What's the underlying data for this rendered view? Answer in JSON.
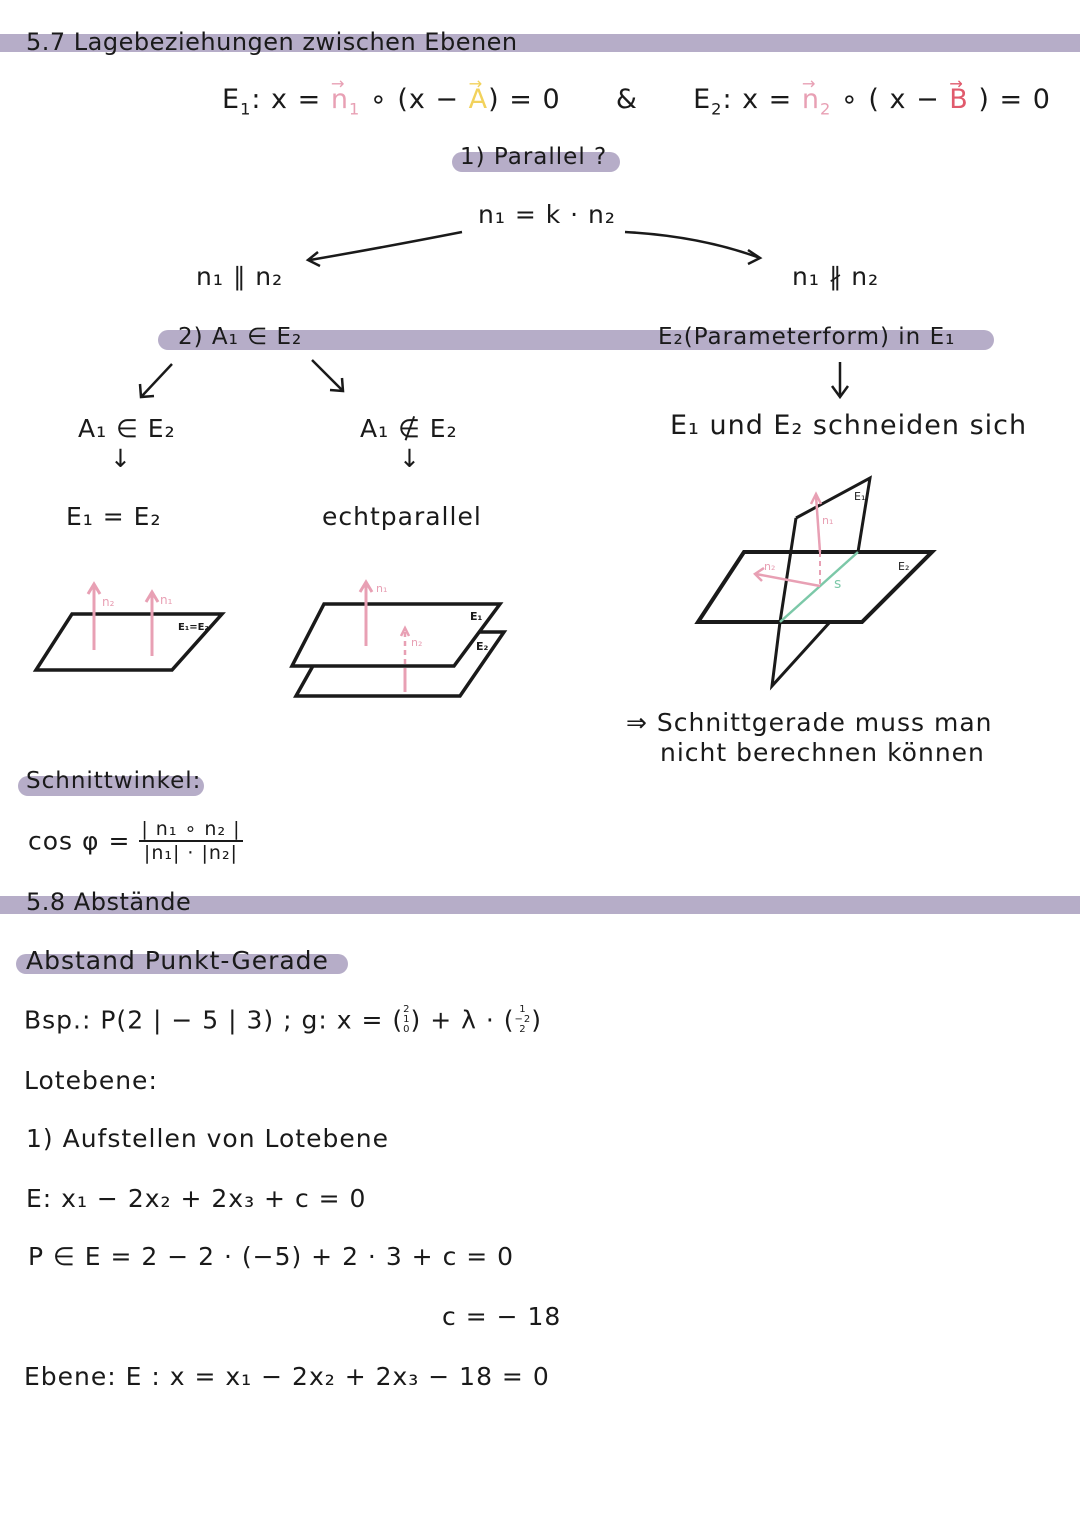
{
  "section_57": {
    "title": "5.7 Lagebeziehungen zwischen Ebenen",
    "eq_E1_prefix": "E",
    "eq_E1_sub": "1",
    "eq_E1_mid": ": x = ",
    "eq_n1": "n",
    "eq_n1_sub": "1",
    "eq_E1_rest_a": " ∘ (x − ",
    "eq_A": "A",
    "eq_E1_rest_b": ") = 0",
    "ampersand": "&",
    "eq_E2_prefix": "E",
    "eq_E2_sub": "2",
    "eq_E2_mid": ": x = ",
    "eq_n2": "n",
    "eq_n2_sub": "2",
    "eq_E2_rest_a": " ∘ ( x − ",
    "eq_B": "B",
    "eq_E2_rest_b": " ) = 0",
    "step1": "1) Parallel ?",
    "condition": "n₁ = k · n₂",
    "branch_left": "n₁ ∥ n₂",
    "branch_right": "n₁ ∦ n₂",
    "step2": "2)  A₁ ∈ E₂",
    "step2_right": "E₂(Parameterform) in E₁",
    "case_in": "A₁ ∈  E₂",
    "case_in_result": "E₁  =  E₂",
    "case_not_in": "A₁ ∉  E₂",
    "case_not_in_result": "echtparallel",
    "case_intersect_result": "E₁ und  E₂ schneiden sich",
    "note_line1": "⇒ Schnittgerade muss man",
    "note_line2": "nicht berechnen können",
    "diagram_identical": {
      "label_plane": "E₁=E₂",
      "label_n1": "n₁",
      "label_n2": "n₂"
    },
    "diagram_parallel": {
      "label_E1": "E₁",
      "label_E2": "E₂",
      "label_n1": "n₁",
      "label_n2": "n₂"
    },
    "diagram_intersect": {
      "label_E1": "E₁",
      "label_E2": "E₂",
      "label_n1": "n₁",
      "label_n2": "n₂",
      "label_s": "s"
    },
    "angle_title": "Schnittwinkel:",
    "angle_lhs": "cos φ =",
    "angle_num": "| n₁ ∘ n₂ |",
    "angle_den": "|n₁| · |n₂|"
  },
  "section_58": {
    "title": "5.8 Abstände",
    "subtitle": "Abstand Punkt-Gerade",
    "example": "Bsp.:  P(2 | −5 | 3) ;  g: x = (2;1;0) + λ · (1;−2;2)",
    "example_prefix": "Bsp.:  P(2 | − 5 | 3) ;  g: x = ",
    "support_vector": [
      "2",
      "1",
      "0"
    ],
    "lambda": " + λ · ",
    "direction_vector": [
      "1",
      "−2",
      "2"
    ],
    "lotebene_label": "Lotebene:",
    "step1": "1) Aufstellen von Lotebene",
    "plane_eq": "E:  x₁ − 2x₂ + 2x₃ + c = 0",
    "insert_point": "P ∈ E = 2 − 2 · (−5) + 2 · 3 + c = 0",
    "c_value": "c = − 18",
    "result": "Ebene:  E : x = x₁ − 2x₂ + 2x₃ − 18 = 0"
  },
  "colors": {
    "highlight": "#b6adc8",
    "normal_vector": "#e8a0b4",
    "point_A": "#f2d25c",
    "point_B": "#e05a6c",
    "intersection_line": "#7cc8a8",
    "ink": "#1a1a1a"
  }
}
